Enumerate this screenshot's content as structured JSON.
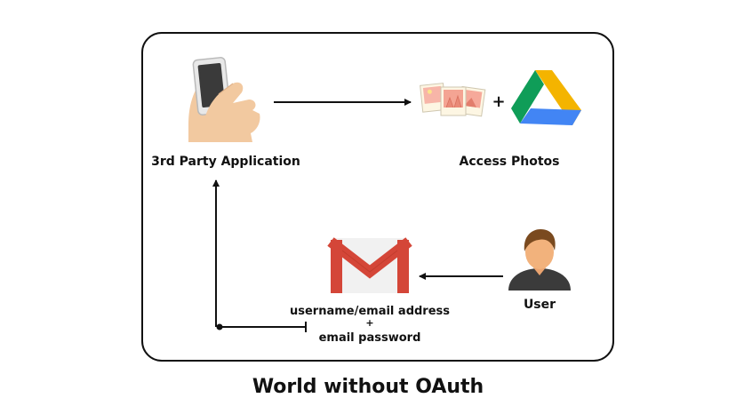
{
  "diagram": {
    "caption": "World without OAuth",
    "nodes": {
      "third_party_app": {
        "label": "3rd Party Application",
        "icon": "hand-phone-icon"
      },
      "access_photos": {
        "label": "Access Photos",
        "icons": [
          "photos-icon",
          "google-drive-icon"
        ],
        "joiner": "+"
      },
      "gmail": {
        "icon": "gmail-icon"
      },
      "user": {
        "label": "User",
        "icon": "user-avatar-icon"
      }
    },
    "credentials": {
      "line1": "username/email address",
      "joiner": "+",
      "line2": "email password"
    },
    "edges": [
      {
        "from": "third_party_app",
        "to": "access_photos"
      },
      {
        "from": "user",
        "to": "gmail"
      },
      {
        "from": "credentials",
        "to": "third_party_app"
      }
    ]
  },
  "colors": {
    "gmail_red": "#d44638",
    "drive_green": "#0f9d58",
    "drive_yellow": "#f4b400",
    "drive_blue": "#4285f4",
    "skin": "#f2c9a0",
    "border": "#111111"
  }
}
